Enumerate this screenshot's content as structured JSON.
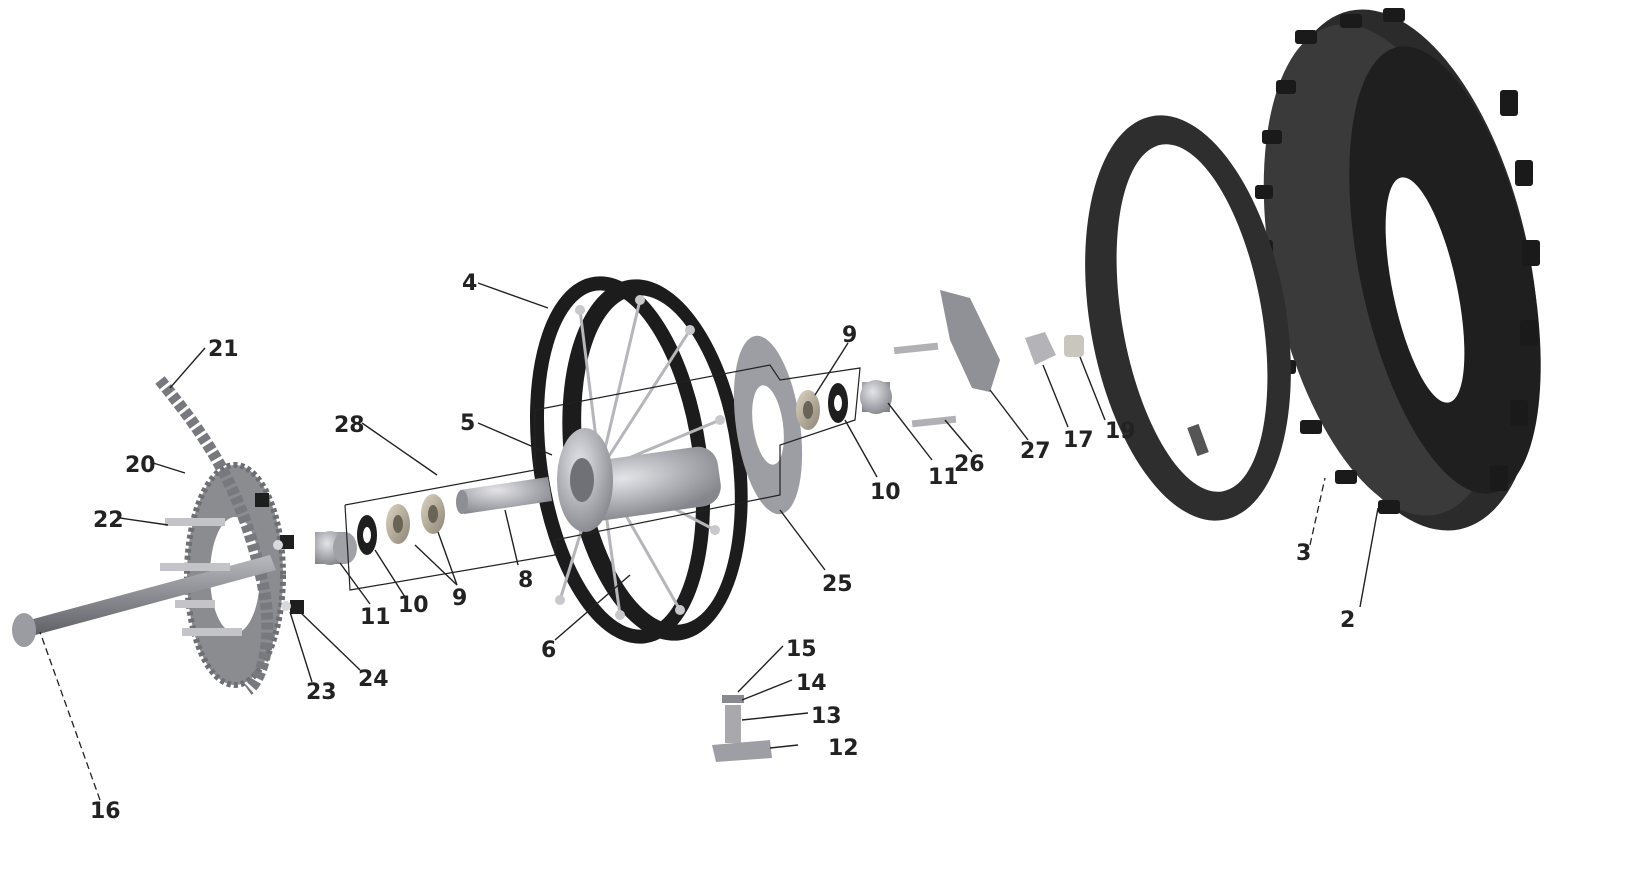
{
  "labels": {
    "l2": "2",
    "l3": "3",
    "l4": "4",
    "l5": "5",
    "l6": "6",
    "l8": "8",
    "l9a": "9",
    "l9b": "9",
    "l10a": "10",
    "l10b": "10",
    "l11a": "11",
    "l11b": "11",
    "l12": "12",
    "l13": "13",
    "l14": "14",
    "l15": "15",
    "l16": "16",
    "l17": "17",
    "l19": "19",
    "l20": "20",
    "l21": "21",
    "l22": "22",
    "l23": "23",
    "l24": "24",
    "l25": "25",
    "l26": "26",
    "l27": "27",
    "l28": "28"
  },
  "colors": {
    "tire": "#2a2a2a",
    "tube": "#303030",
    "rim": "#1c1c1c",
    "hub": "#9fa1a6",
    "metal": "#a9a9b0",
    "bearing": "#b8b0a0",
    "seal": "#222222",
    "sprocket": "#8a8c90"
  }
}
